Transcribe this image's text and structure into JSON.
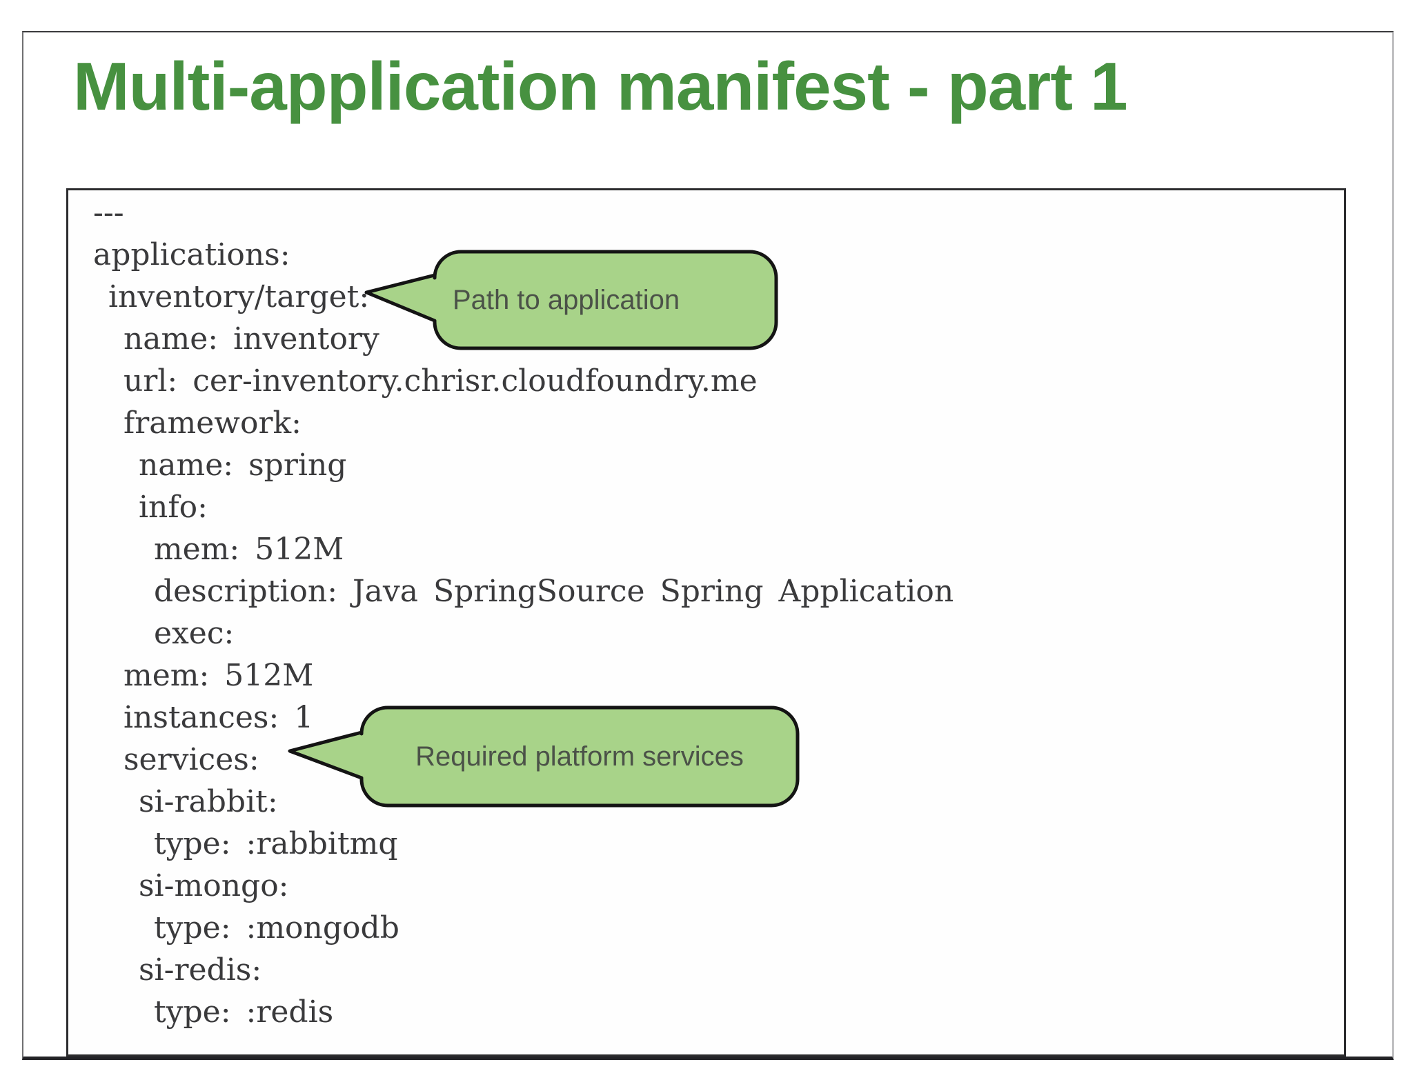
{
  "slide": {
    "title": "Multi-application manifest - part 1"
  },
  "code": {
    "lines": [
      "---",
      "applications:",
      " inventory/target:",
      "  name: inventory",
      "  url: cer-inventory.chrisr.cloudfoundry.me",
      "  framework:",
      "   name: spring",
      "   info:",
      "    mem: 512M",
      "    description: Java SpringSource Spring Application",
      "    exec:",
      "  mem: 512M",
      "  instances: 1",
      "  services:",
      "   si-rabbit:",
      "    type: :rabbitmq",
      "   si-mongo:",
      "    type: :mongodb",
      "   si-redis:",
      "    type: :redis"
    ]
  },
  "callouts": [
    {
      "label": "Path to application"
    },
    {
      "label": "Required platform services"
    }
  ],
  "colors": {
    "title_green": "#479140",
    "bubble_fill": "#a8d389",
    "bubble_border": "#141414",
    "code_text": "#3a3a3c"
  }
}
